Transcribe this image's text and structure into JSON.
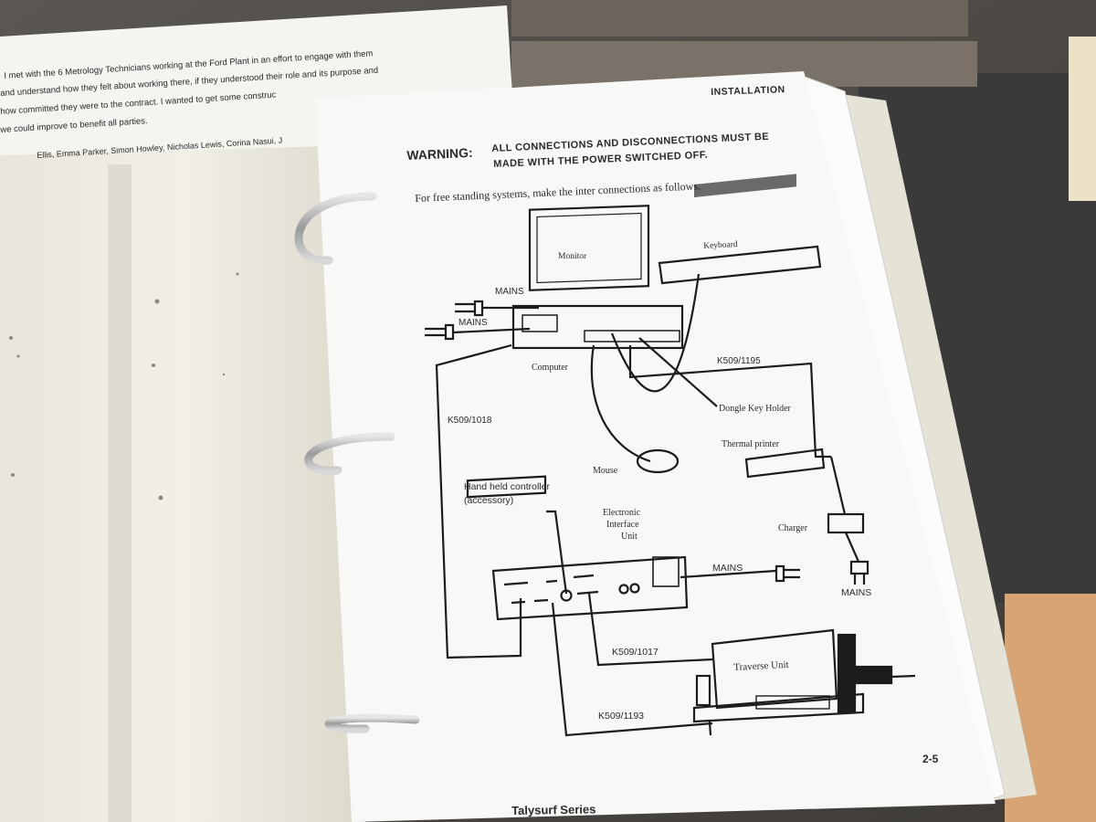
{
  "back_sheet": {
    "lines": [
      "I met with  the 6 Metrology Technicians working at the Ford Plant in an effort to engage with them",
      "and understand how they felt about working there, if they understood their role and its purpose and",
      "how committed they were to the contract.  I wanted to get some construc",
      "we could improve to benefit all parties.",
      "Ellis, Emma Parker, Simon Howley, Nicholas Lewis, Corina Nasui, J"
    ]
  },
  "page": {
    "section": "INSTALLATION",
    "warning_label": "WARNING:",
    "warning_line1": "ALL CONNECTIONS AND DISCONNECTIONS MUST BE",
    "warning_line2": "MADE WITH THE POWER SWITCHED OFF.",
    "intro": "For free standing systems,  make the inter connections as follows.",
    "page_number": "2-5",
    "footer": "Talysurf Series"
  },
  "diagram": {
    "monitor": "Monitor",
    "keyboard": "Keyboard",
    "mains": "MAINS",
    "computer": "Computer",
    "cable_k1195": "K509/1195",
    "cable_k1018": "K509/1018",
    "dongle": "Dongle Key Holder",
    "thermal_printer": "Thermal printer",
    "mouse": "Mouse",
    "hand_held_1": "Hand held controller",
    "hand_held_2": "(accessory)",
    "eiu_1": "Electronic",
    "eiu_2": "Interface",
    "eiu_3": "Unit",
    "charger": "Charger",
    "cable_k1017": "K509/1017",
    "traverse": "Traverse Unit",
    "cable_k1193": "K509/1193"
  },
  "colors": {
    "desk": "#4a4744",
    "binder": "#ece9dc",
    "paper": "#f7f7f4",
    "ink": "#1c1c1c",
    "ring": "#b9b9b9"
  }
}
